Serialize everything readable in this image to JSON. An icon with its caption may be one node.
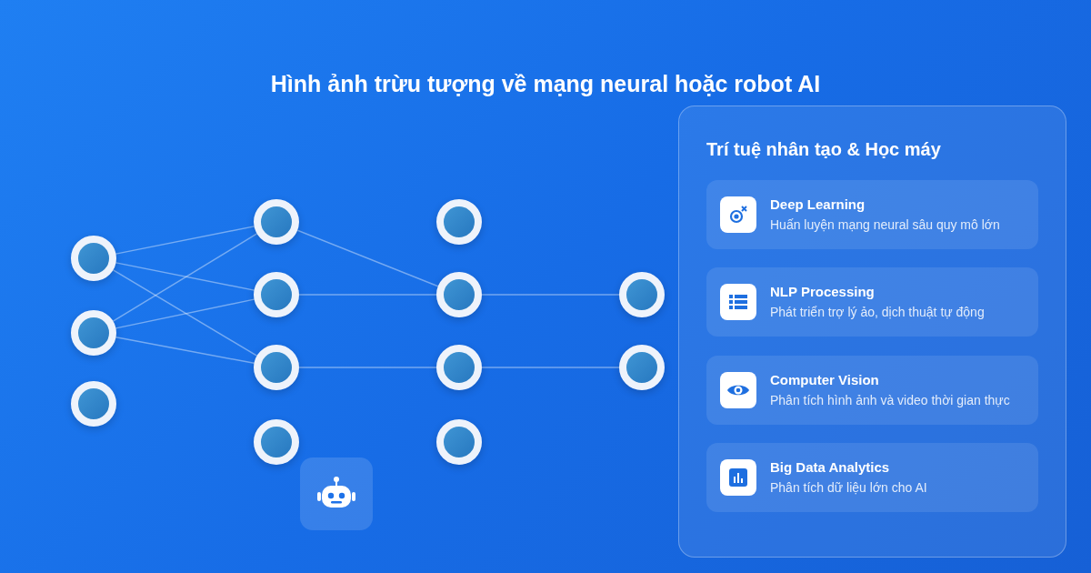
{
  "diagram": {
    "title": "Hình ảnh trừu tượng về mạng neural hoặc robot AI",
    "nodes": [
      {
        "text": [],
        "shape": "circle"
      },
      {
        "text": [],
        "shape": "circle"
      },
      {
        "text": [],
        "shape": "circle"
      },
      {
        "text": [],
        "shape": "circle"
      },
      {
        "text": [],
        "shape": "circle"
      },
      {
        "text": [],
        "shape": "circle"
      },
      {
        "text": [],
        "shape": "circle"
      },
      {
        "text": [],
        "shape": "circle"
      },
      {
        "text": [],
        "shape": "circle"
      },
      {
        "text": [],
        "shape": "circle"
      },
      {
        "text": [],
        "shape": "circle"
      },
      {
        "text": [],
        "shape": "circle"
      },
      {
        "text": [],
        "shape": "circle"
      },
      {
        "text": [
          "Trí tuệ nhân tạo & Học máy"
        ]
      },
      {
        "text": [
          "Deep Learning",
          "Huấn luyện mạng neural sâu quy mô lớn"
        ],
        "in": 13
      },
      {
        "text": [
          "NLP Processing",
          "Phát triển trợ lý ảo, dịch thuật tự động"
        ],
        "in": 13
      },
      {
        "text": [
          "Computer Vision",
          "Phân tích hình ảnh và video thời gian thực"
        ],
        "in": 13
      },
      {
        "text": [
          "Big Data Analytics",
          "Phân tích dữ liệu lớn cho AI"
        ],
        "in": 13
      }
    ],
    "edges": [
      {
        "from": 0,
        "to": 3,
        "arrow": "none"
      },
      {
        "from": 0,
        "to": 4,
        "arrow": "none"
      },
      {
        "from": 0,
        "to": 5,
        "arrow": "none"
      },
      {
        "from": 1,
        "to": 3,
        "arrow": "none"
      },
      {
        "from": 1,
        "to": 4,
        "arrow": "none"
      },
      {
        "from": 1,
        "to": 5,
        "arrow": "none"
      },
      {
        "from": 3,
        "to": 8,
        "arrow": "none"
      },
      {
        "from": 4,
        "to": 8,
        "arrow": "none"
      },
      {
        "from": 5,
        "to": 9,
        "arrow": "none"
      },
      {
        "from": 8,
        "to": 11,
        "arrow": "none"
      },
      {
        "from": 9,
        "to": 12,
        "arrow": "none"
      }
    ]
  }
}
